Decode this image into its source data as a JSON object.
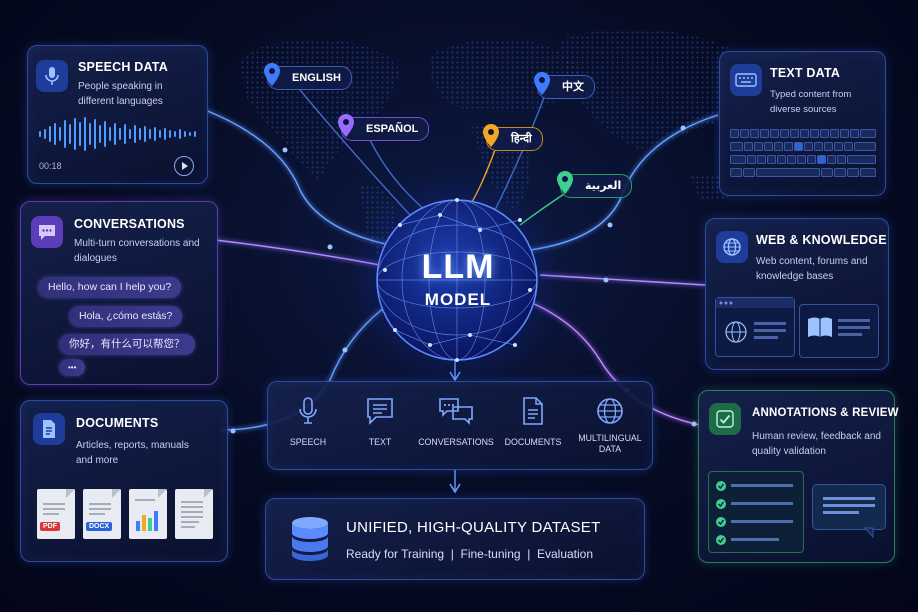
{
  "languages": {
    "english": "ENGLISH",
    "espanol": "ESPAÑOL",
    "chinese": "中文",
    "hindi": "हिन्दी",
    "arabic": "العربية"
  },
  "speech": {
    "title": "SPEECH DATA",
    "desc": "People speaking in different languages",
    "time": "00:18"
  },
  "conversations": {
    "title": "CONVERSATIONS",
    "desc": "Multi-turn conversations and dialogues",
    "bubbles": [
      "Hello, how can I help you?",
      "Hola, ¿cómo estás?",
      "你好，有什么可以帮您？"
    ],
    "typing": "•••"
  },
  "documents": {
    "title": "DOCUMENTS",
    "desc": "Articles, reports, manuals and more",
    "tags": [
      "PDF",
      "DOCX"
    ]
  },
  "text_data": {
    "title": "TEXT DATA",
    "desc": "Typed content from diverse sources"
  },
  "web": {
    "title": "WEB & KNOWLEDGE",
    "desc": "Web content, forums and knowledge bases"
  },
  "annotations": {
    "title": "ANNOTATIONS & REVIEW",
    "desc": "Human review, feedback and quality validation"
  },
  "center": {
    "title": "LLM",
    "subtitle": "MODEL"
  },
  "sources": [
    {
      "label": "SPEECH",
      "icon": "microphone-icon"
    },
    {
      "label": "TEXT",
      "icon": "text-icon"
    },
    {
      "label": "CONVERSATIONS",
      "icon": "chat-icon"
    },
    {
      "label": "DOCUMENTS",
      "icon": "document-icon"
    },
    {
      "label": "MULTILINGUAL DATA",
      "icon": "globe-icon"
    }
  ],
  "dataset": {
    "title": "UNIFIED, HIGH-QUALITY DATASET",
    "subtitle": "Ready for Training  |  Fine-tuning  |  Evaluation"
  },
  "colors": {
    "accent_blue": "#3f7bff",
    "accent_purple": "#9a6bff",
    "accent_green": "#3fcf8e",
    "accent_orange": "#f5a623",
    "background": "#060b22"
  }
}
